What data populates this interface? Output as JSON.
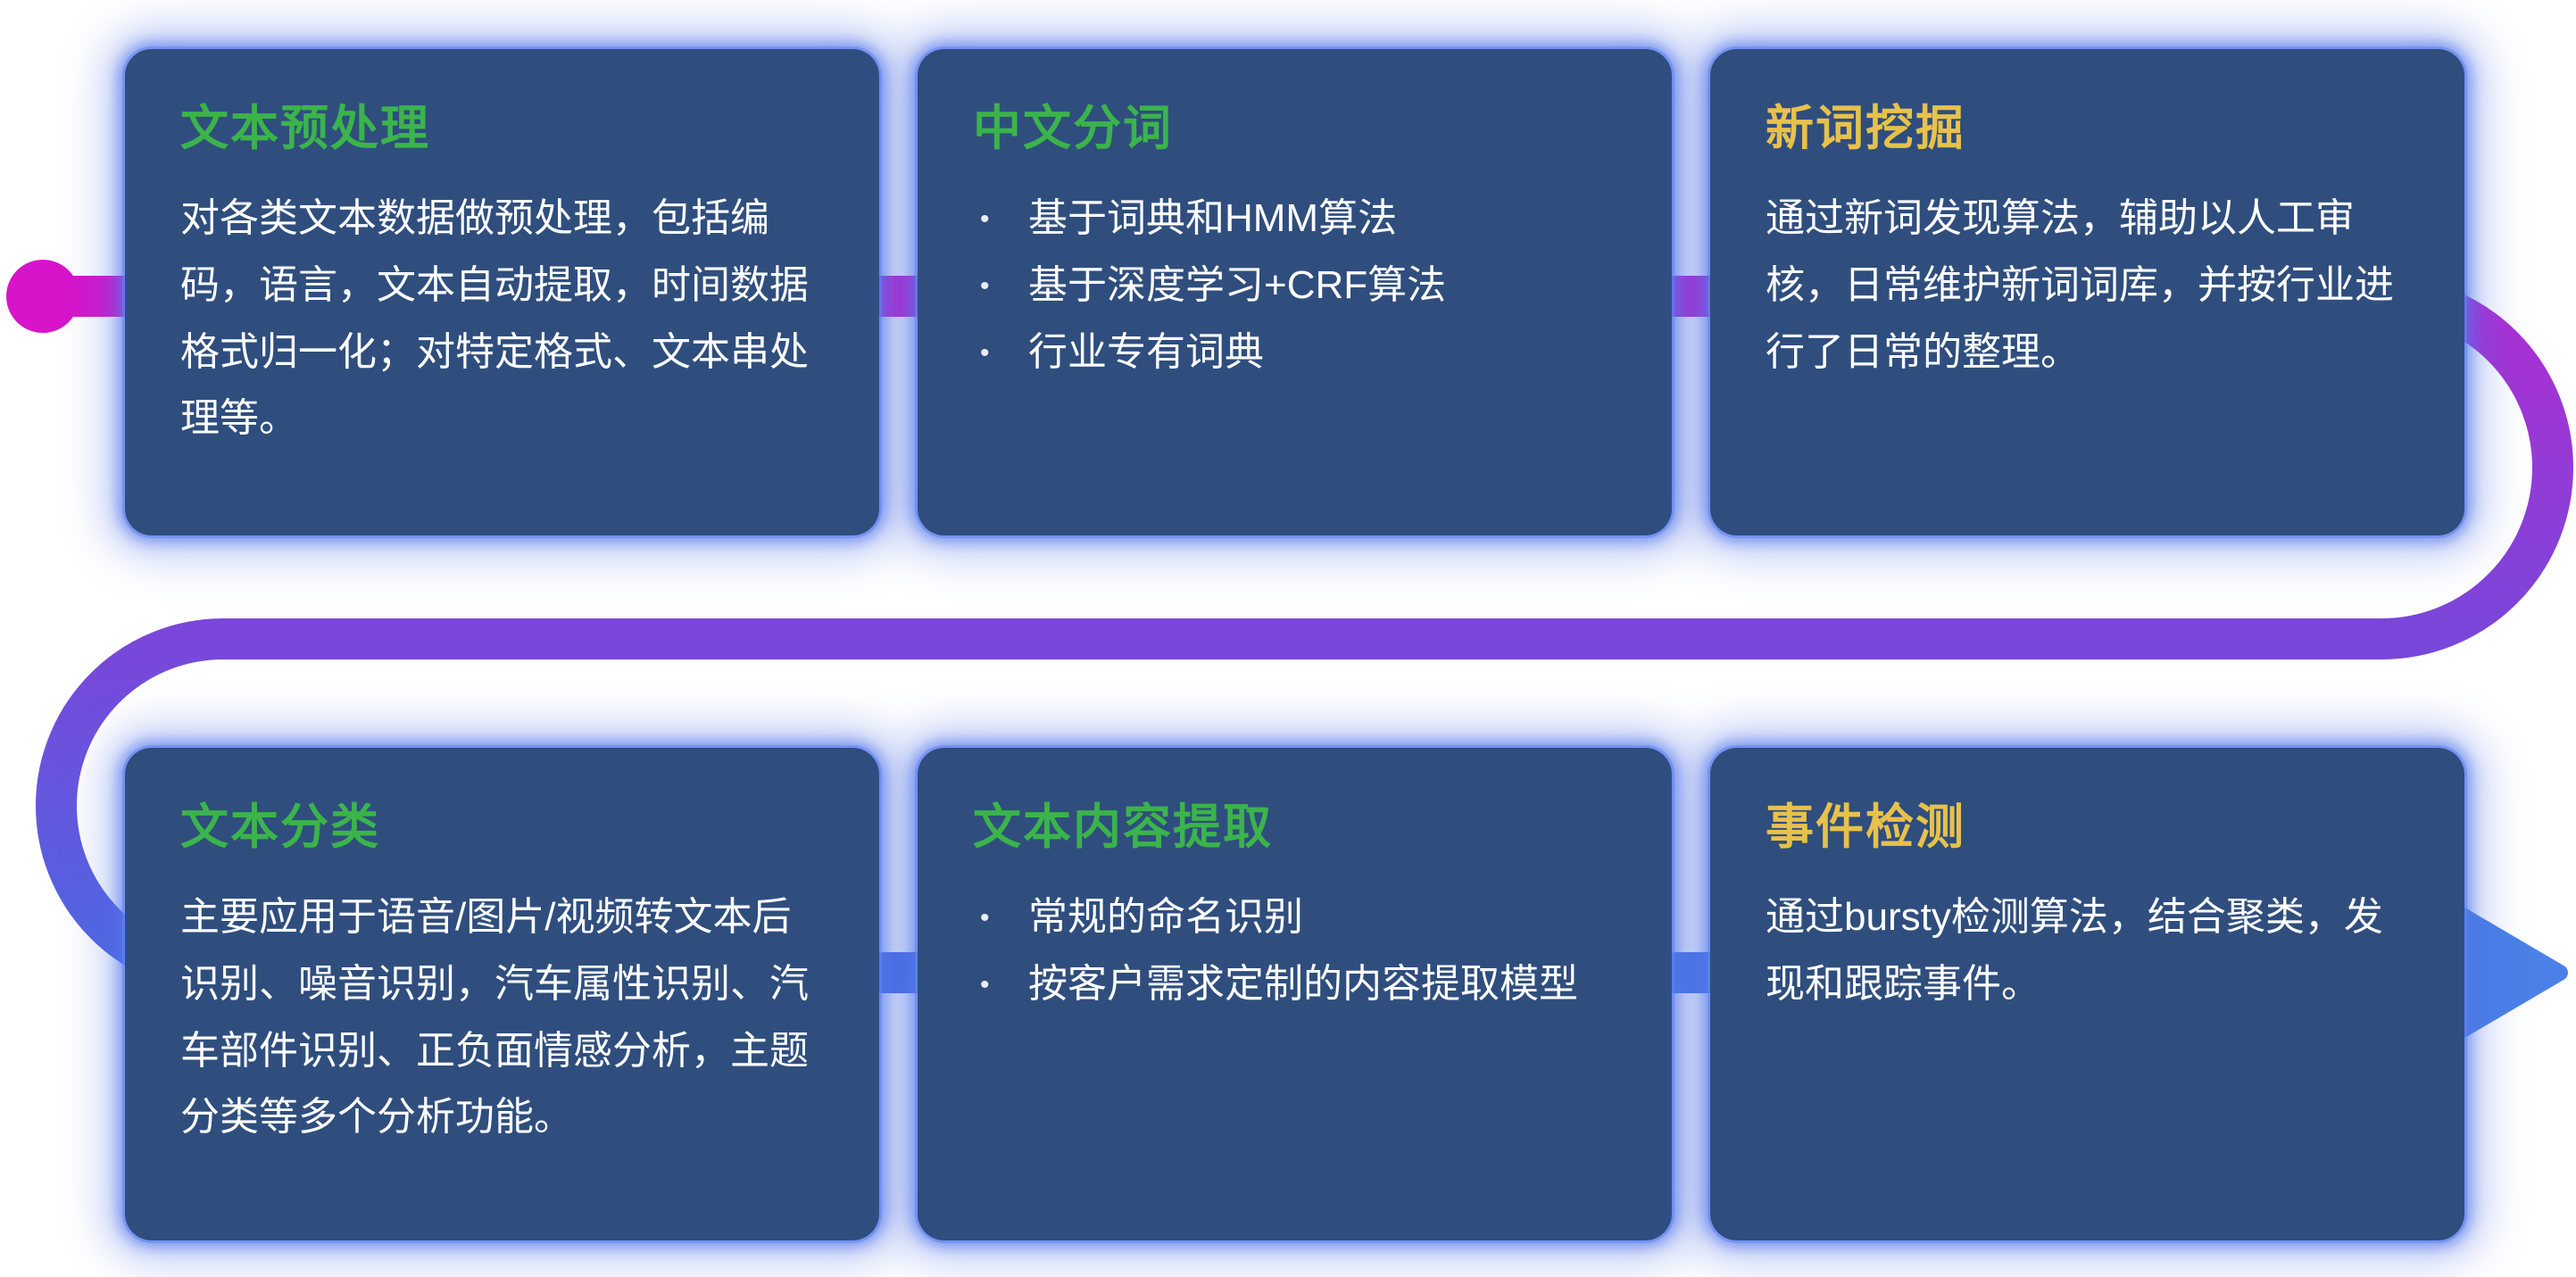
{
  "canvas": {
    "background": "#ffffff",
    "card_background": "#2F4E7E",
    "card_glow": "#5078E6"
  },
  "ui": {
    "bullet_glyph": "•"
  },
  "flow": {
    "colors": {
      "start": "#D714C9",
      "mid_magenta": "#AE2ED1",
      "purple": "#7A46DA",
      "blue": "#4E68E2",
      "arrow": "#4B80E6"
    }
  },
  "cards": [
    {
      "id": "text-preprocessing",
      "title": "文本预处理",
      "title_color": "#3BB44B",
      "type": "paragraph",
      "body": "对各类文本数据做预处理，包括编码，语言，文本自动提取，时间数据格式归一化；对特定格式、文本串处理等。"
    },
    {
      "id": "chinese-word-segmentation",
      "title": "中文分词",
      "title_color": "#3BB44B",
      "type": "bullets",
      "bullets": [
        "基于词典和HMM算法",
        "基于深度学习+CRF算法",
        "行业专有词典"
      ]
    },
    {
      "id": "new-word-mining",
      "title": "新词挖掘",
      "title_color": "#E7C14B",
      "type": "paragraph",
      "body": "通过新词发现算法，辅助以人工审核，日常维护新词词库，并按行业进行了日常的整理。"
    },
    {
      "id": "text-classification",
      "title": "文本分类",
      "title_color": "#3BB44B",
      "type": "paragraph",
      "body": "主要应用于语音/图片/视频转文本后识别、噪音识别，汽车属性识别、汽车部件识别、正负面情感分析，主题分类等多个分析功能。"
    },
    {
      "id": "text-content-extraction",
      "title": "文本内容提取",
      "title_color": "#3BB44B",
      "type": "bullets",
      "bullets": [
        "常规的命名识别",
        "按客户需求定制的内容提取模型"
      ]
    },
    {
      "id": "event-detection",
      "title": "事件检测",
      "title_color": "#E7C14B",
      "type": "paragraph",
      "body": "通过bursty检测算法，结合聚类，发现和跟踪事件。"
    }
  ]
}
